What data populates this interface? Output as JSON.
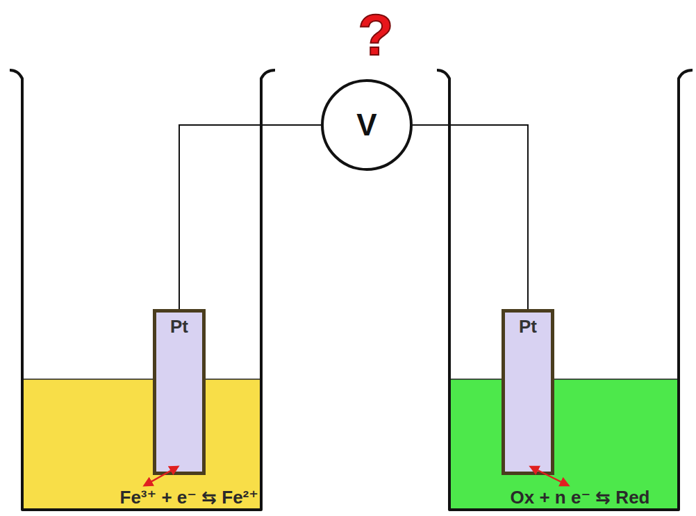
{
  "diagram": {
    "nodes": [
      {
        "text": [
          "V"
        ]
      },
      {
        "text": [
          "Fe³⁺ + e⁻ ⇆ Fe²⁺"
        ]
      },
      {
        "text": [
          "Pt"
        ],
        "in": 1
      },
      {
        "text": [
          "Ox + n e⁻ ⇆ Red"
        ]
      },
      {
        "text": [
          "Pt"
        ],
        "in": 3
      }
    ],
    "edges": [
      {
        "from": 2,
        "to": 0,
        "arrow": "none"
      },
      {
        "from": 0,
        "to": 4,
        "arrow": "none"
      }
    ],
    "labels": [
      "?"
    ]
  }
}
